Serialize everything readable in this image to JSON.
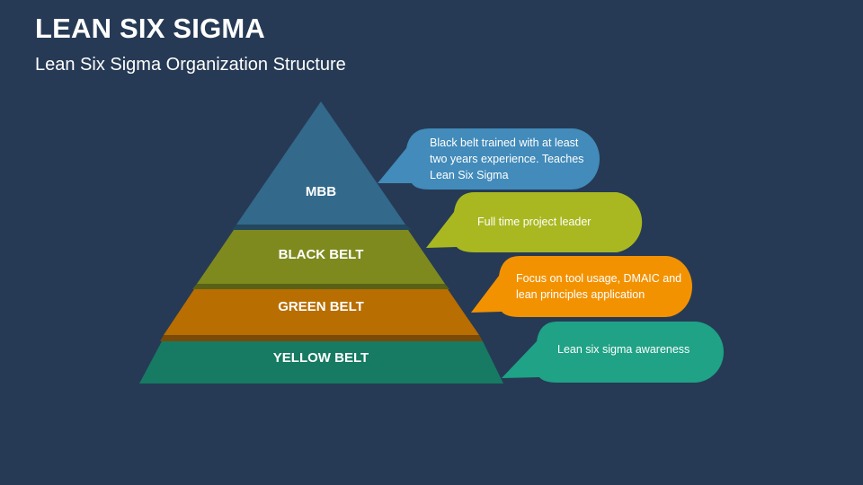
{
  "header": {
    "title": "LEAN SIX SIGMA",
    "subtitle": "Lean Six Sigma Organization Structure"
  },
  "colors": {
    "background": "#263A55",
    "text": "#FFFFFF"
  },
  "pyramid": {
    "levels": [
      {
        "label": "MBB",
        "color": "#33698A",
        "shadow": "#22475F"
      },
      {
        "label": "BLACK BELT",
        "color": "#7E8A1E",
        "shadow": "#596116"
      },
      {
        "label": "GREEN BELT",
        "color": "#B86E00",
        "shadow": "#7A4A08"
      },
      {
        "label": "YELLOW BELT",
        "color": "#177A63",
        "shadow": "#10594A"
      }
    ]
  },
  "callouts": [
    {
      "lines": [
        "Black belt trained with at least",
        "two years experience. Teaches",
        "Lean Six Sigma"
      ],
      "color": "#428BBA"
    },
    {
      "lines": [
        "Full time project leader"
      ],
      "color": "#A9B820"
    },
    {
      "lines": [
        "Focus on tool usage, DMAIC and",
        "lean principles application"
      ],
      "color": "#F39200"
    },
    {
      "lines": [
        "Lean six sigma awareness"
      ],
      "color": "#1FA285"
    }
  ]
}
